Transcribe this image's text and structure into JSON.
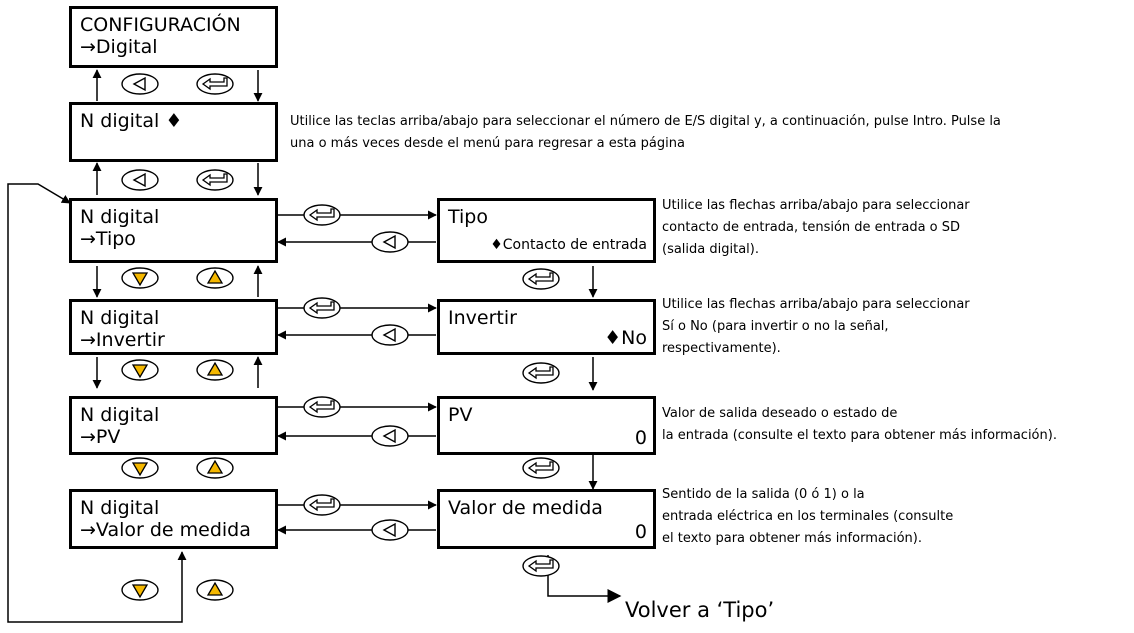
{
  "screens": {
    "config": {
      "line1": "CONFIGURACIÓN",
      "line2": "→Digital"
    },
    "select": {
      "line1": "N digital ♦"
    },
    "menu_tipo": {
      "line1": "N digital",
      "line2": "→Tipo"
    },
    "menu_invertir": {
      "line1": "N digital",
      "line2": "→Invertir"
    },
    "menu_pv": {
      "line1": "N digital",
      "line2": "→PV"
    },
    "menu_valor": {
      "line1": "N digital",
      "line2": "→Valor de medida"
    },
    "param_tipo": {
      "title": "Tipo",
      "value": "♦Contacto de entrada"
    },
    "param_invertir": {
      "title": "Invertir",
      "value": "♦No"
    },
    "param_pv": {
      "title": "PV",
      "value": "0"
    },
    "param_valor": {
      "title": "Valor de medida",
      "value": "0"
    }
  },
  "notes": {
    "select": [
      "Utilice las teclas arriba/abajo para seleccionar el número de E/S digital y, a continuación, pulse Intro. Pulse la",
      "una o más veces desde el menú para regresar a esta página"
    ],
    "tipo": [
      "Utilice las flechas arriba/abajo para seleccionar",
      "contacto de entrada, tensión de entrada o SD",
      "(salida digital)."
    ],
    "invertir": [
      "Utilice las flechas arriba/abajo para seleccionar",
      "Sí o No (para invertir o no la señal,",
      "respectivamente)."
    ],
    "pv": [
      "Valor de salida deseado o estado de",
      "la entrada (consulte el texto para obtener más información)."
    ],
    "valor": [
      "Sentido de la salida (0 ó 1) o la",
      "entrada eléctrica en los terminales (consulte",
      "el texto para obtener más información)."
    ]
  },
  "return_label": "Volver a ‘Tipo’",
  "colors": {
    "key_fill": "#f5b800",
    "line": "#000000"
  },
  "icons": [
    "back-key-icon",
    "enter-key-icon",
    "down-key-icon",
    "up-key-icon",
    "arrow-icon"
  ]
}
